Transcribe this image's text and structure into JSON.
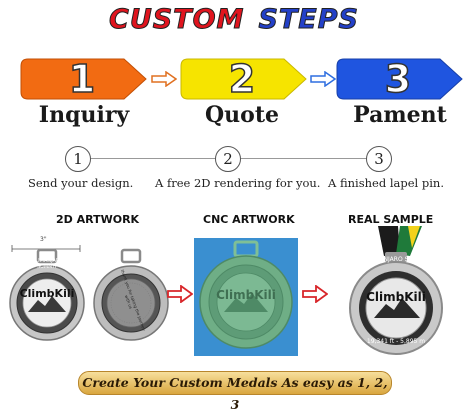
{
  "title": {
    "word1": "CUSTOM",
    "word2": "STEPS"
  },
  "steps": [
    {
      "number": "1",
      "label": "Inquiry",
      "color": "#f26b12"
    },
    {
      "number": "2",
      "label": "Quote",
      "color": "#f6e400"
    },
    {
      "number": "3",
      "label": "Pament",
      "color": "#1f55e0"
    }
  ],
  "timeline": [
    {
      "number": "1",
      "text": "Send your design."
    },
    {
      "number": "2",
      "text": "A free 2D rendering for you."
    },
    {
      "number": "3",
      "text": "A finished lapel pin."
    }
  ],
  "sections": {
    "artwork_2d": "2D ARTWORK",
    "cnc_artwork": "CNC ARTWORK",
    "real_sample": "REAL SAMPLE"
  },
  "dimension_label": "3\"",
  "medal": {
    "ring_text": "KILIMANJARO SUMMIT",
    "center_text": "ClimbKili",
    "back_text": "thank you for taking the journey with us",
    "bottom_text": "19,341 ft - 5,895 m"
  },
  "banner": "Create Your Custom Medals As easy as 1, 2, 3",
  "colors": {
    "red_arrow": "#d8262a",
    "banner_gold": "#d9a63f",
    "cnc_green": "#6fae86"
  }
}
